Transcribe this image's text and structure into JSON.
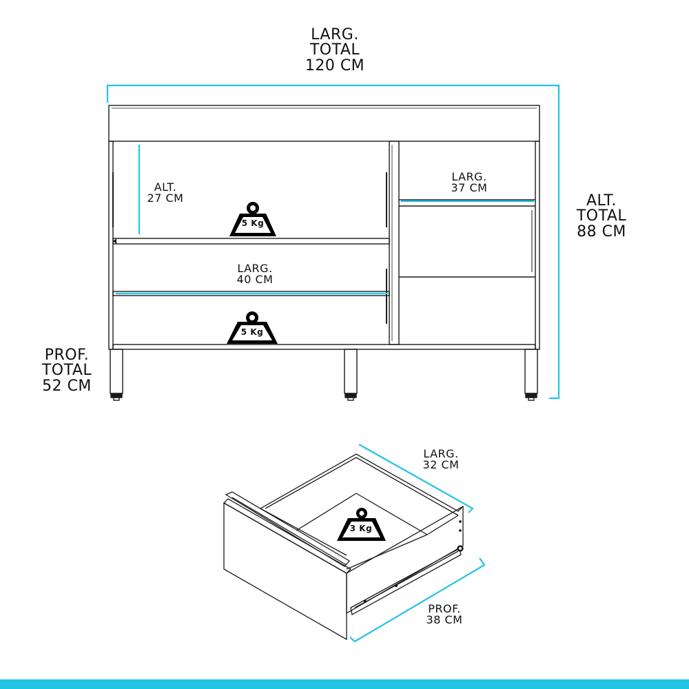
{
  "colors": {
    "accent": "#22c4e6",
    "line": "#1a1a1a",
    "weight_fill": "#000000",
    "background": "#ffffff"
  },
  "cabinet": {
    "total_width": {
      "line1": "LARG.",
      "line2": "TOTAL",
      "line3": "120 CM"
    },
    "total_height": {
      "line1": "ALT.",
      "line2": "TOTAL",
      "line3": "88 CM"
    },
    "total_depth": {
      "line1": "PROF.",
      "line2": "TOTAL",
      "line3": "52 CM"
    },
    "niche_height": {
      "line1": "ALT.",
      "line2": "27 CM"
    },
    "left_width": {
      "line1": "LARG.",
      "line2": "40 CM"
    },
    "right_width": {
      "line1": "LARG.",
      "line2": "37 CM"
    },
    "upper_shelf_load": "5 Kg",
    "lower_shelf_load": "5 Kg"
  },
  "drawer": {
    "width": {
      "line1": "LARG.",
      "line2": "32 CM"
    },
    "depth": {
      "line1": "PROF.",
      "line2": "38 CM"
    },
    "load": "3 Kg"
  }
}
